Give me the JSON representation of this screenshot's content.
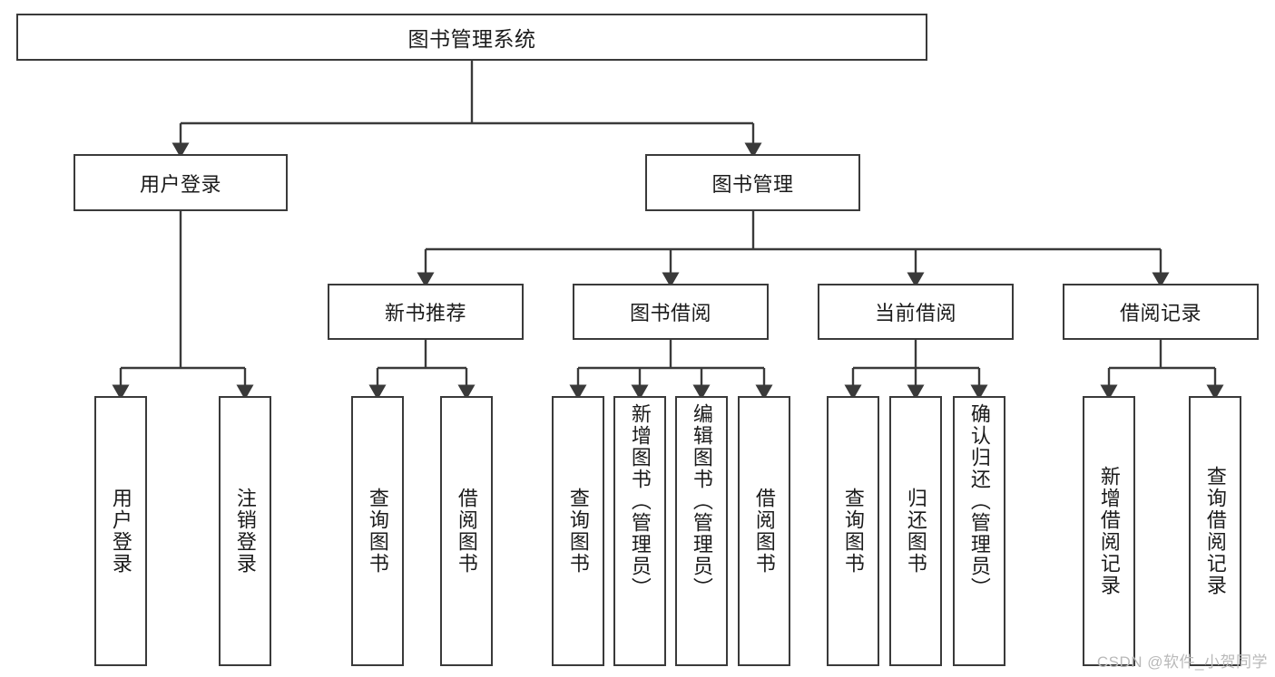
{
  "diagram": {
    "title": "图书管理系统",
    "watermark": "CSDN @软件_小贺同学",
    "root": {
      "label": "图书管理系统"
    },
    "level2": [
      {
        "label": "用户登录"
      },
      {
        "label": "图书管理"
      }
    ],
    "level3": [
      {
        "label": "新书推荐"
      },
      {
        "label": "图书借阅"
      },
      {
        "label": "当前借阅"
      },
      {
        "label": "借阅记录"
      }
    ],
    "leaves": {
      "user_login": [
        {
          "label": "用户登录"
        },
        {
          "label": "注销登录"
        }
      ],
      "new_book_recommend": [
        {
          "label": "查询图书"
        },
        {
          "label": "借阅图书"
        }
      ],
      "book_borrow": [
        {
          "label": "查询图书"
        },
        {
          "label": "新增图书（管理员）"
        },
        {
          "label": "编辑图书（管理员）"
        },
        {
          "label": "借阅图书"
        }
      ],
      "current_borrow": [
        {
          "label": "查询图书"
        },
        {
          "label": "归还图书"
        },
        {
          "label": "确认归还（管理员）"
        }
      ],
      "borrow_record": [
        {
          "label": "新增借阅记录"
        },
        {
          "label": "查询借阅记录"
        }
      ]
    },
    "colors": {
      "stroke": "#3a3a3a",
      "text": "#1b1b1b",
      "background": "#ffffff",
      "watermark": "#b9b9b9"
    }
  }
}
